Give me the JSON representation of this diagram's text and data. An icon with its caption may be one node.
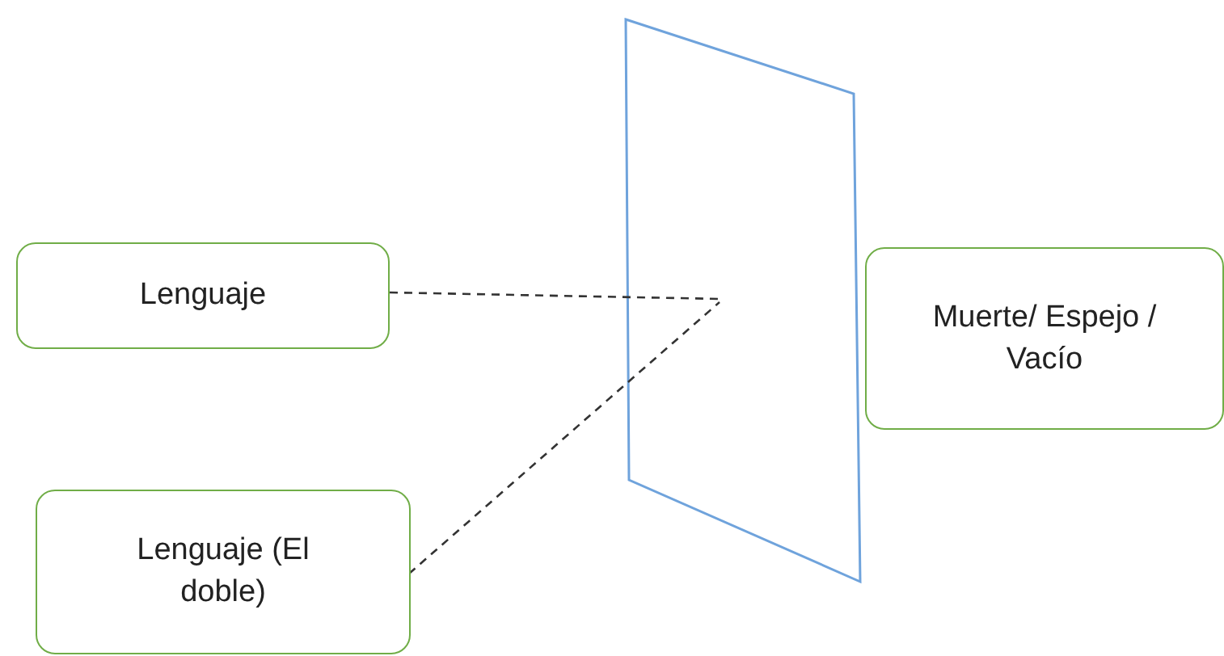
{
  "diagram": {
    "nodes": [
      {
        "text": [
          "Lenguaje"
        ]
      },
      {
        "text": [
          "Lenguaje (El doble)"
        ]
      },
      {
        "text": [
          "Muerte/ Espejo / Vacío"
        ]
      }
    ],
    "edges": [
      {
        "from": 0,
        "to": null,
        "arrow": "none",
        "style": "dashed"
      },
      {
        "from": 1,
        "to": null,
        "arrow": "none",
        "style": "dashed"
      }
    ]
  }
}
